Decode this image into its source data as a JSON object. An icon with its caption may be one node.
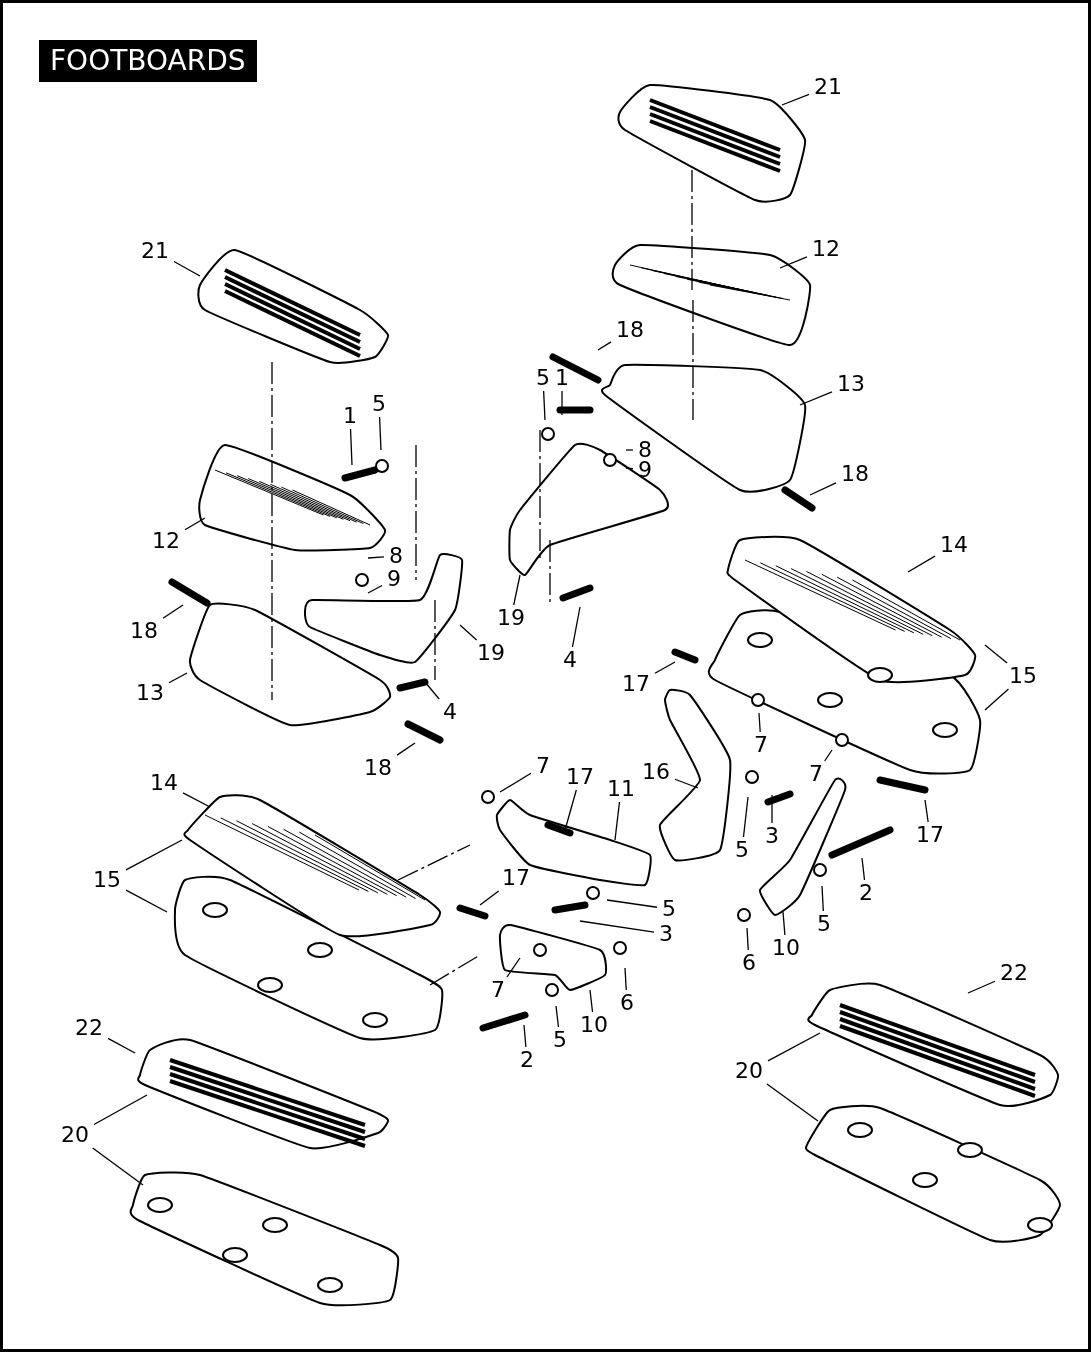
{
  "diagram": {
    "title": "FOOTBOARDS",
    "nodes": [
      {
        "text": [
          "21"
        ]
      },
      {
        "text": [
          "12"
        ]
      },
      {
        "text": [
          "18"
        ]
      },
      {
        "text": [
          "5"
        ]
      },
      {
        "text": [
          "1"
        ]
      },
      {
        "text": [
          "13"
        ]
      },
      {
        "text": [
          "8"
        ]
      },
      {
        "text": [
          "9"
        ]
      },
      {
        "text": [
          "18"
        ]
      },
      {
        "text": [
          "21"
        ]
      },
      {
        "text": [
          "5"
        ]
      },
      {
        "text": [
          "1"
        ]
      },
      {
        "text": [
          "12"
        ]
      },
      {
        "text": [
          "8"
        ]
      },
      {
        "text": [
          "9"
        ]
      },
      {
        "text": [
          "19"
        ]
      },
      {
        "text": [
          "18"
        ]
      },
      {
        "text": [
          "19"
        ]
      },
      {
        "text": [
          "4"
        ]
      },
      {
        "text": [
          "14"
        ]
      },
      {
        "text": [
          "15"
        ]
      },
      {
        "text": [
          "13"
        ]
      },
      {
        "text": [
          "4"
        ]
      },
      {
        "text": [
          "17"
        ]
      },
      {
        "text": [
          "7"
        ]
      },
      {
        "text": [
          "18"
        ]
      },
      {
        "text": [
          "7"
        ]
      },
      {
        "text": [
          "17"
        ]
      },
      {
        "text": [
          "11"
        ]
      },
      {
        "text": [
          "16"
        ]
      },
      {
        "text": [
          "7"
        ]
      },
      {
        "text": [
          "14"
        ]
      },
      {
        "text": [
          "3"
        ]
      },
      {
        "text": [
          "5"
        ]
      },
      {
        "text": [
          "17"
        ]
      },
      {
        "text": [
          "15"
        ]
      },
      {
        "text": [
          "17"
        ]
      },
      {
        "text": [
          "2"
        ]
      },
      {
        "text": [
          "5"
        ]
      },
      {
        "text": [
          "3"
        ]
      },
      {
        "text": [
          "5"
        ]
      },
      {
        "text": [
          "10"
        ]
      },
      {
        "text": [
          "6"
        ]
      },
      {
        "text": [
          "7"
        ]
      },
      {
        "text": [
          "6"
        ]
      },
      {
        "text": [
          "10"
        ]
      },
      {
        "text": [
          "5"
        ]
      },
      {
        "text": [
          "2"
        ]
      },
      {
        "text": [
          "22"
        ]
      },
      {
        "text": [
          "22"
        ]
      },
      {
        "text": [
          "20"
        ]
      },
      {
        "text": [
          "20"
        ]
      }
    ],
    "edges": [
      {
        "from": 0,
        "to": null,
        "arrow": "none"
      },
      {
        "from": 1,
        "to": null,
        "arrow": "none"
      },
      {
        "from": 2,
        "to": null,
        "arrow": "none"
      },
      {
        "from": 3,
        "to": null,
        "arrow": "none"
      },
      {
        "from": 4,
        "to": null,
        "arrow": "none"
      },
      {
        "from": 5,
        "to": null,
        "arrow": "none"
      },
      {
        "from": 6,
        "to": null,
        "arrow": "none"
      },
      {
        "from": 7,
        "to": null,
        "arrow": "none"
      },
      {
        "from": 8,
        "to": null,
        "arrow": "none"
      },
      {
        "from": 9,
        "to": null,
        "arrow": "none"
      },
      {
        "from": 10,
        "to": null,
        "arrow": "none"
      },
      {
        "from": 11,
        "to": null,
        "arrow": "none"
      },
      {
        "from": 12,
        "to": null,
        "arrow": "none"
      },
      {
        "from": 13,
        "to": null,
        "arrow": "none"
      },
      {
        "from": 14,
        "to": null,
        "arrow": "none"
      },
      {
        "from": 15,
        "to": null,
        "arrow": "none"
      },
      {
        "from": 16,
        "to": null,
        "arrow": "none"
      },
      {
        "from": 17,
        "to": null,
        "arrow": "none"
      },
      {
        "from": 18,
        "to": null,
        "arrow": "none"
      },
      {
        "from": 19,
        "to": null,
        "arrow": "none"
      },
      {
        "from": 20,
        "to": null,
        "arrow": "none"
      },
      {
        "from": 20,
        "to": null,
        "arrow": "none"
      },
      {
        "from": 21,
        "to": null,
        "arrow": "none"
      },
      {
        "from": 22,
        "to": null,
        "arrow": "none"
      },
      {
        "from": 23,
        "to": null,
        "arrow": "none"
      },
      {
        "from": 24,
        "to": null,
        "arrow": "none"
      },
      {
        "from": 25,
        "to": null,
        "arrow": "none"
      },
      {
        "from": 26,
        "to": null,
        "arrow": "none"
      },
      {
        "from": 27,
        "to": null,
        "arrow": "none"
      },
      {
        "from": 28,
        "to": null,
        "arrow": "none"
      },
      {
        "from": 29,
        "to": null,
        "arrow": "none"
      },
      {
        "from": 30,
        "to": null,
        "arrow": "none"
      },
      {
        "from": 31,
        "to": null,
        "arrow": "none"
      },
      {
        "from": 32,
        "to": null,
        "arrow": "none"
      },
      {
        "from": 33,
        "to": null,
        "arrow": "none"
      },
      {
        "from": 34,
        "to": null,
        "arrow": "none"
      },
      {
        "from": 35,
        "to": null,
        "arrow": "none"
      },
      {
        "from": 35,
        "to": null,
        "arrow": "none"
      },
      {
        "from": 36,
        "to": null,
        "arrow": "none"
      },
      {
        "from": 37,
        "to": null,
        "arrow": "none"
      },
      {
        "from": 38,
        "to": null,
        "arrow": "none"
      },
      {
        "from": 39,
        "to": null,
        "arrow": "none"
      },
      {
        "from": 40,
        "to": null,
        "arrow": "none"
      },
      {
        "from": 41,
        "to": null,
        "arrow": "none"
      },
      {
        "from": 42,
        "to": null,
        "arrow": "none"
      },
      {
        "from": 43,
        "to": null,
        "arrow": "none"
      },
      {
        "from": 44,
        "to": null,
        "arrow": "none"
      },
      {
        "from": 45,
        "to": null,
        "arrow": "none"
      },
      {
        "from": 46,
        "to": null,
        "arrow": "none"
      },
      {
        "from": 47,
        "to": null,
        "arrow": "none"
      },
      {
        "from": 48,
        "to": null,
        "arrow": "none"
      },
      {
        "from": 49,
        "to": null,
        "arrow": "none"
      },
      {
        "from": 50,
        "to": null,
        "arrow": "none"
      },
      {
        "from": 50,
        "to": null,
        "arrow": "none"
      },
      {
        "from": 51,
        "to": null,
        "arrow": "none"
      },
      {
        "from": 51,
        "to": null,
        "arrow": "none"
      }
    ]
  }
}
